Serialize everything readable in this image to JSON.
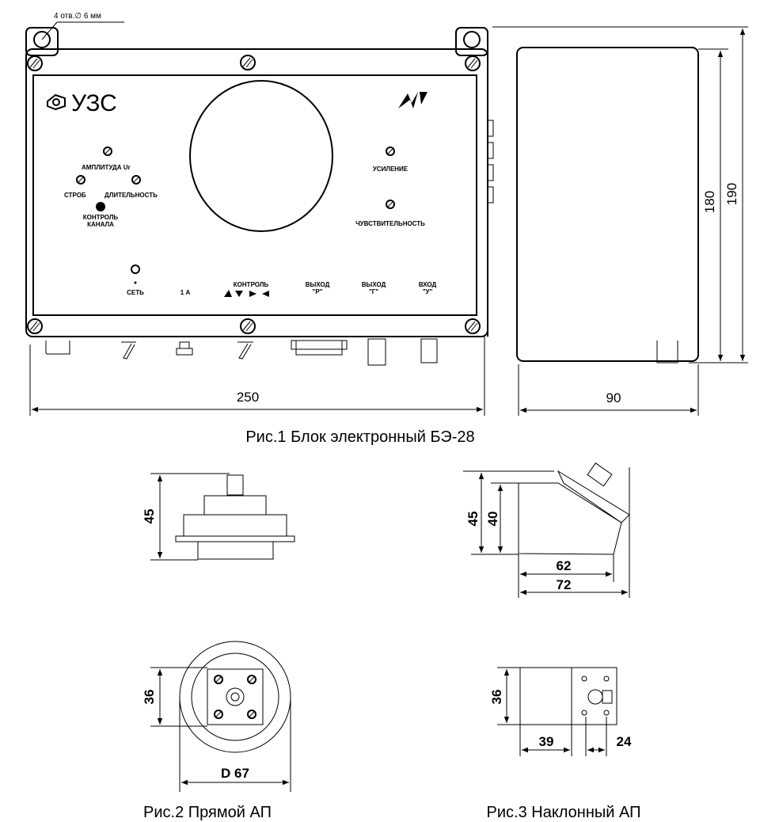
{
  "fig1": {
    "hole_note": "4 отв.∅ 6 мм",
    "title": "УЗС",
    "labels": {
      "amplitude": "АМПЛИТУДА Ur",
      "strobe": "СТРОБ",
      "duration": "ДЛИТЕЛЬНОСТЬ",
      "channel_control_1": "КОНТРОЛЬ",
      "channel_control_2": "КАНАЛА",
      "gain": "УСИЛЕНИЕ",
      "sensitivity": "ЧУВСТВИТЕЛЬНОСТЬ",
      "power": "СЕТЬ",
      "fuse": "1 А",
      "control": "КОНТРОЛЬ",
      "out_p_1": "ВЫХОД",
      "out_p_2": "\"Р\"",
      "out_g_1": "ВЫХОД",
      "out_g_2": "\"Г\"",
      "in_u_1": "ВХОД",
      "in_u_2": "\"У\""
    },
    "dims": {
      "width": "250",
      "depth": "90",
      "height_inner": "180",
      "height_outer": "190"
    },
    "caption": "Рис.1 Блок электронный БЭ-28"
  },
  "fig2": {
    "dims": {
      "height": "45",
      "square": "36",
      "diameter": "D 67"
    },
    "caption": "Рис.2 Прямой АП"
  },
  "fig3": {
    "dims": {
      "height_outer": "45",
      "height_inner": "40",
      "length_inner": "62",
      "length_outer": "72",
      "square": "36",
      "body": "39",
      "face": "24"
    },
    "caption": "Рис.3 Наклонный АП"
  }
}
